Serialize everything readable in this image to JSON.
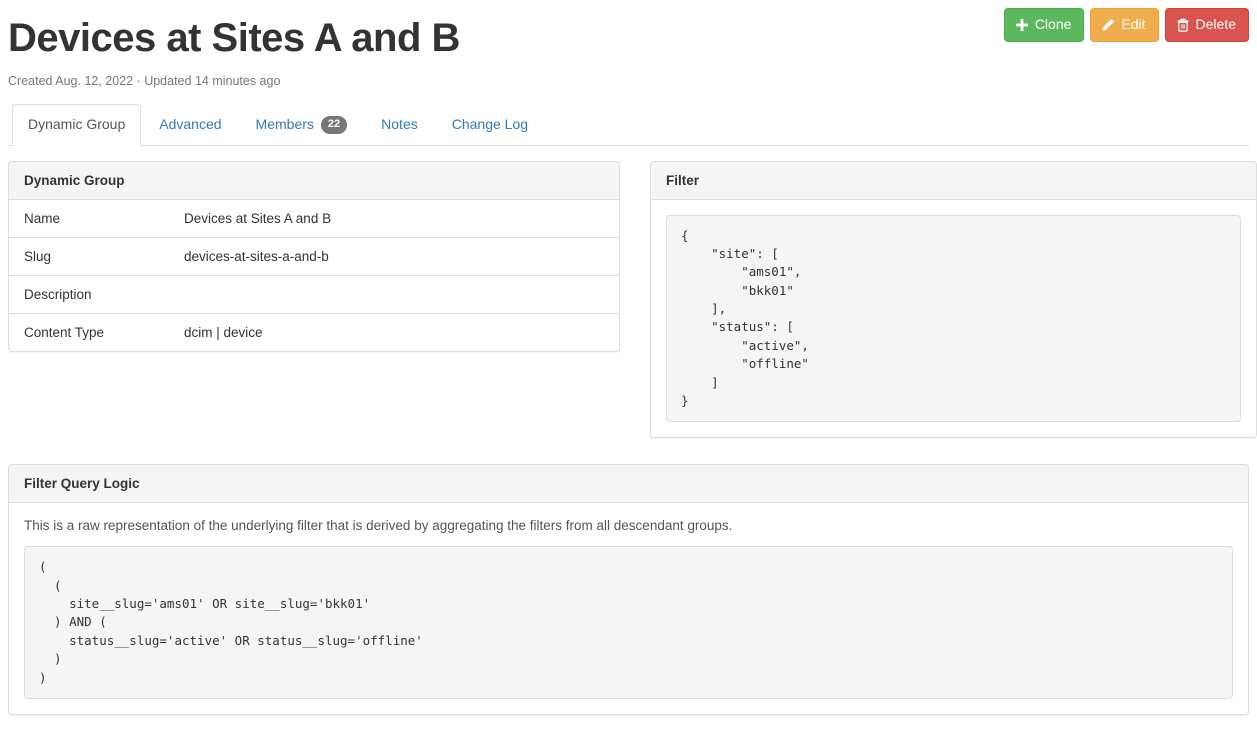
{
  "header": {
    "title": "Devices at Sites A and B",
    "meta": "Created Aug. 12, 2022 · Updated 14 minutes ago",
    "actions": [
      {
        "label": "Clone",
        "icon": "plus-icon",
        "color": "#5cb85c"
      },
      {
        "label": "Edit",
        "icon": "pencil-icon",
        "color": "#f0ad4e"
      },
      {
        "label": "Delete",
        "icon": "trash-icon",
        "color": "#d9534f"
      }
    ]
  },
  "tabs": [
    {
      "label": "Dynamic Group",
      "active": true,
      "badge": null
    },
    {
      "label": "Advanced",
      "active": false,
      "badge": null
    },
    {
      "label": "Members",
      "active": false,
      "badge": "22"
    },
    {
      "label": "Notes",
      "active": false,
      "badge": null
    },
    {
      "label": "Change Log",
      "active": false,
      "badge": null
    }
  ],
  "dynamic_group_panel": {
    "heading": "Dynamic Group",
    "rows": [
      {
        "key": "Name",
        "value": "Devices at Sites A and B"
      },
      {
        "key": "Slug",
        "value": "devices-at-sites-a-and-b"
      },
      {
        "key": "Description",
        "value": ""
      },
      {
        "key": "Content Type",
        "value": "dcim | device"
      }
    ]
  },
  "filter_panel": {
    "heading": "Filter",
    "code": "{\n    \"site\": [\n        \"ams01\",\n        \"bkk01\"\n    ],\n    \"status\": [\n        \"active\",\n        \"offline\"\n    ]\n}"
  },
  "filter_query_logic_panel": {
    "heading": "Filter Query Logic",
    "description": "This is a raw representation of the underlying filter that is derived by aggregating the filters from all descendant groups.",
    "code": "(\n  (\n    site__slug='ams01' OR site__slug='bkk01'\n  ) AND (\n    status__slug='active' OR status__slug='offline'\n  )\n)"
  }
}
